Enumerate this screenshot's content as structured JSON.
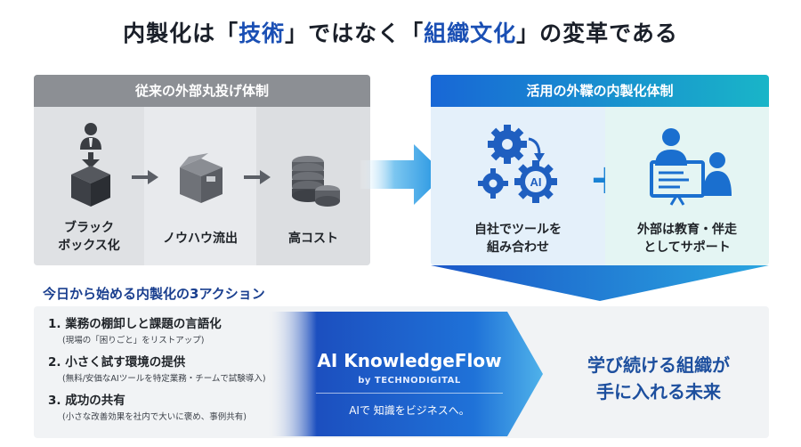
{
  "title": {
    "prefix": "内製化は「",
    "word1": "技術",
    "middle": "」ではなく「",
    "word2": "組織文化",
    "suffix": "」の変革である"
  },
  "left_panel": {
    "header": "従来の外部丸投げ体制",
    "items": [
      {
        "line1": "ブラック",
        "line2": "ボックス化",
        "icon": "box-icon"
      },
      {
        "line1": "ノウハウ流出",
        "line2": "",
        "icon": "open-box-icon"
      },
      {
        "line1": "高コスト",
        "line2": "",
        "icon": "coins-icon"
      }
    ]
  },
  "right_panel": {
    "header": "活用の外鞢の内製化体制",
    "items": [
      {
        "line1": "自社でツールを",
        "line2": "組み合わせ",
        "icon": "gears-ai-icon"
      },
      {
        "line1": "外部は教育・伴走",
        "line2": "としてサポート",
        "icon": "teacher-icon"
      }
    ],
    "plus": "+"
  },
  "actions": {
    "heading": "今日から始める内製化の3アクション",
    "items": [
      {
        "title": "1. 業務の棚卸しと課題の言語化",
        "sub": "(現場の「困りごと」をリストアップ)"
      },
      {
        "title": "2. 小さく試す環境の提供",
        "sub": "(無料/安価なAIツールを特定業務・チームで試験導入)"
      },
      {
        "title": "3. 成功の共有",
        "sub": "(小さな改善効果を社内で大いに褒め、事例共有)"
      }
    ]
  },
  "brand": {
    "name": "AI KnowledgeFlow",
    "by": "by TECHNODIGITAL",
    "tagline": "AIで 知識をビジネスへ。"
  },
  "future": {
    "line1": "学び続ける組織が",
    "line2": "手に入れる未来"
  },
  "colors": {
    "accent_blue": "#1a4fb4",
    "gray_header": "#8c8f94",
    "teal": "#19b5c8"
  }
}
